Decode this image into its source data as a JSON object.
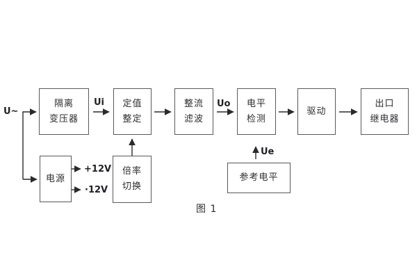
{
  "diagram": {
    "caption": "图 1",
    "input_label": "U~",
    "signals": {
      "ui": "Ui",
      "uo": "Uo",
      "ue": "Ue"
    },
    "power_outputs": {
      "positive": "+12V",
      "negative": "·12V"
    },
    "blocks": {
      "isolation_transformer": {
        "line1": "隔离",
        "line2": "变压器"
      },
      "setpoint_adjust": {
        "line1": "定值",
        "line2": "整定"
      },
      "rectifier_filter": {
        "line1": "整流",
        "line2": "滤波"
      },
      "level_detect": {
        "line1": "电平",
        "line2": "检测"
      },
      "drive": {
        "label": "驱动"
      },
      "output_relay": {
        "line1": "出口",
        "line2": "继电器"
      },
      "power_supply": {
        "label": "电源"
      },
      "ratio_switch": {
        "line1": "倍率",
        "line2": "切换"
      },
      "reference_level": {
        "label": "参考电平"
      }
    },
    "colors": {
      "background": "#ffffff",
      "box_border": "#58585a",
      "text": "#2e2e33",
      "wire": "#2a2a2a"
    }
  }
}
